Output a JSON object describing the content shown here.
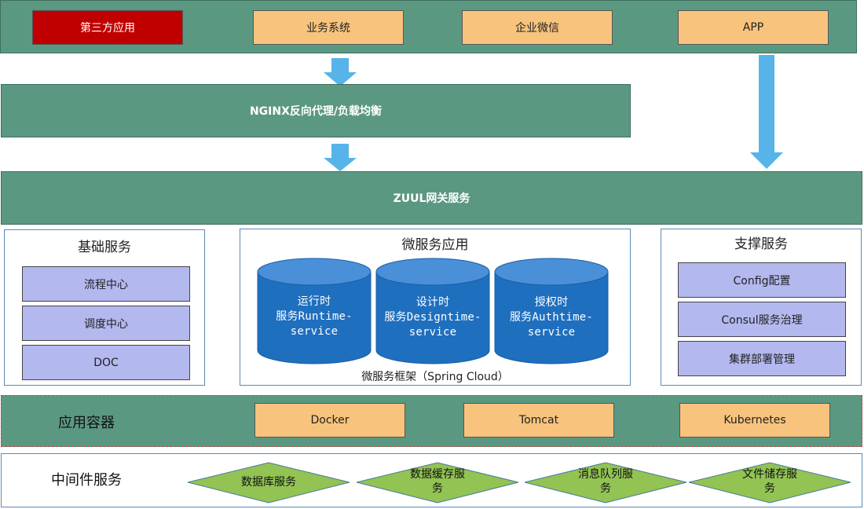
{
  "clients": {
    "third_party": "第三方应用",
    "business": "业务系统",
    "wechat": "企业微信",
    "app": "APP"
  },
  "nginx": {
    "label": "NGINX反向代理/负载均衡"
  },
  "zuul": {
    "label": "ZUUL网关服务"
  },
  "basic": {
    "title": "基础服务",
    "items": [
      "流程中心",
      "调度中心",
      "DOC"
    ]
  },
  "micro": {
    "title": "微服务应用",
    "cylinders": [
      {
        "line1": "运行时",
        "line2": "服务Runtime-",
        "line3": "service"
      },
      {
        "line1": "设计时",
        "line2": "服务Designtime-",
        "line3": "service"
      },
      {
        "line1": "授权时",
        "line2": "服务Authtime-",
        "line3": "service"
      }
    ],
    "framework": "微服务框架（Spring Cloud）"
  },
  "support": {
    "title": "支撑服务",
    "items": [
      "Config配置",
      "Consul服务治理",
      "集群部署管理"
    ]
  },
  "container": {
    "title": "应用容器",
    "items": [
      "Docker",
      "Tomcat",
      "Kubernetes"
    ]
  },
  "middleware": {
    "title": "中间件服务",
    "items": [
      {
        "line1": "数据库服务",
        "line2": ""
      },
      {
        "line1": "数据缓存服",
        "line2": "务"
      },
      {
        "line1": "消息队列服",
        "line2": "务"
      },
      {
        "line1": "文件储存服",
        "line2": "务"
      }
    ]
  },
  "colors": {
    "band": "#5b9882",
    "orange": "#f8c37d",
    "red": "#c00000",
    "lavender": "#b3b8ef",
    "cylinder": "#1f6fbf",
    "arrow": "#56b4e9",
    "diamond": "#92c353"
  }
}
